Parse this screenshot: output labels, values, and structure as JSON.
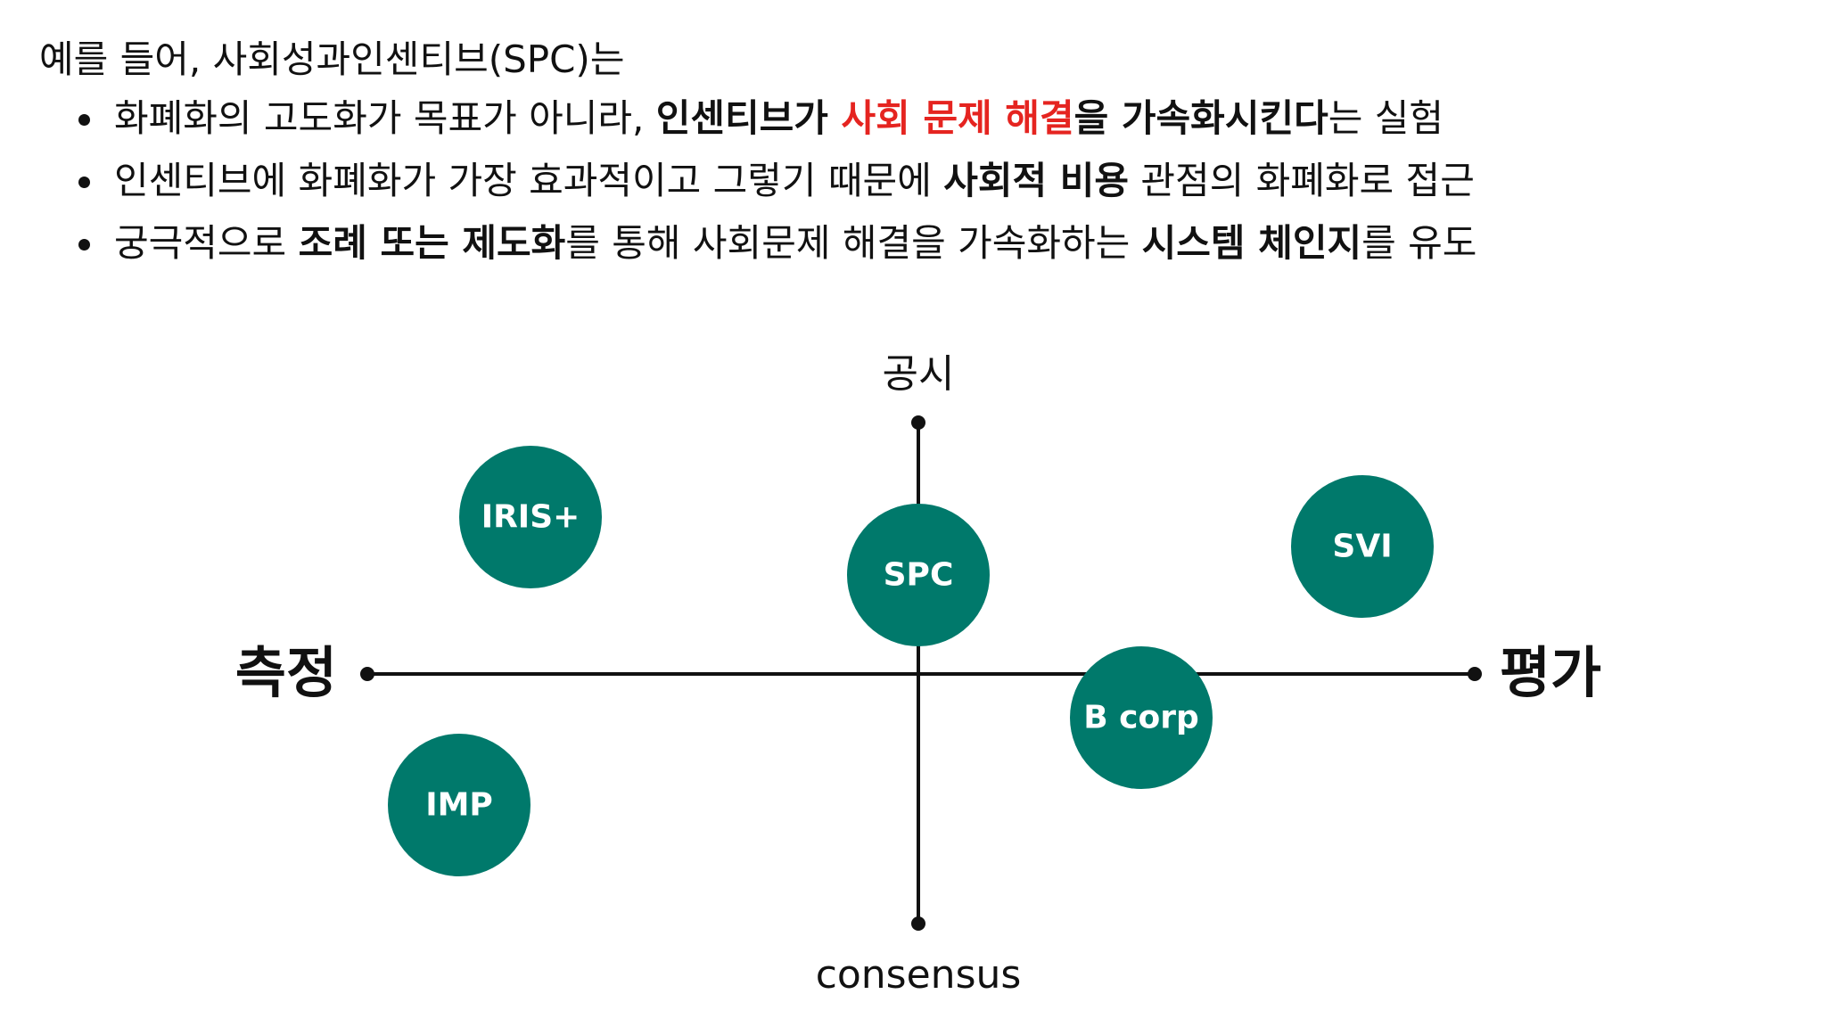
{
  "intro": "예를 들어, 사회성과인센티브(SPC)는",
  "bullets": [
    {
      "parts": [
        {
          "text": "화폐화의 고도화가 목표가 아니라, ",
          "style": "normal"
        },
        {
          "text": "인센티브가 ",
          "style": "bold"
        },
        {
          "text": "사회 문제 해결",
          "style": "bold-red"
        },
        {
          "text": "을 가속화시킨다",
          "style": "bold"
        },
        {
          "text": "는 실험",
          "style": "normal"
        }
      ]
    },
    {
      "parts": [
        {
          "text": "인센티브에 화폐화가 가장 효과적이고 그렇기 때문에 ",
          "style": "normal"
        },
        {
          "text": "사회적 비용",
          "style": "bold"
        },
        {
          "text": " 관점의 화폐화로 접근",
          "style": "normal"
        }
      ]
    },
    {
      "parts": [
        {
          "text": "궁극적으로 ",
          "style": "normal"
        },
        {
          "text": "조례 또는 제도화",
          "style": "bold"
        },
        {
          "text": "를 통해 사회문제 해결을 가속화하는 ",
          "style": "normal"
        },
        {
          "text": "시스템 체인지",
          "style": "bold"
        },
        {
          "text": "를 유도",
          "style": "normal"
        }
      ]
    }
  ],
  "diagram": {
    "axis_labels": {
      "top": "공시",
      "bottom": "consensus",
      "left": "측정",
      "right": "평가"
    },
    "nodes": [
      {
        "label": "IRIS+"
      },
      {
        "label": "SPC"
      },
      {
        "label": "SVI"
      },
      {
        "label": "B corp"
      },
      {
        "label": "IMP"
      }
    ]
  },
  "colors": {
    "node_fill": "#00796b",
    "highlight_red": "#e52420",
    "text": "#111111"
  }
}
